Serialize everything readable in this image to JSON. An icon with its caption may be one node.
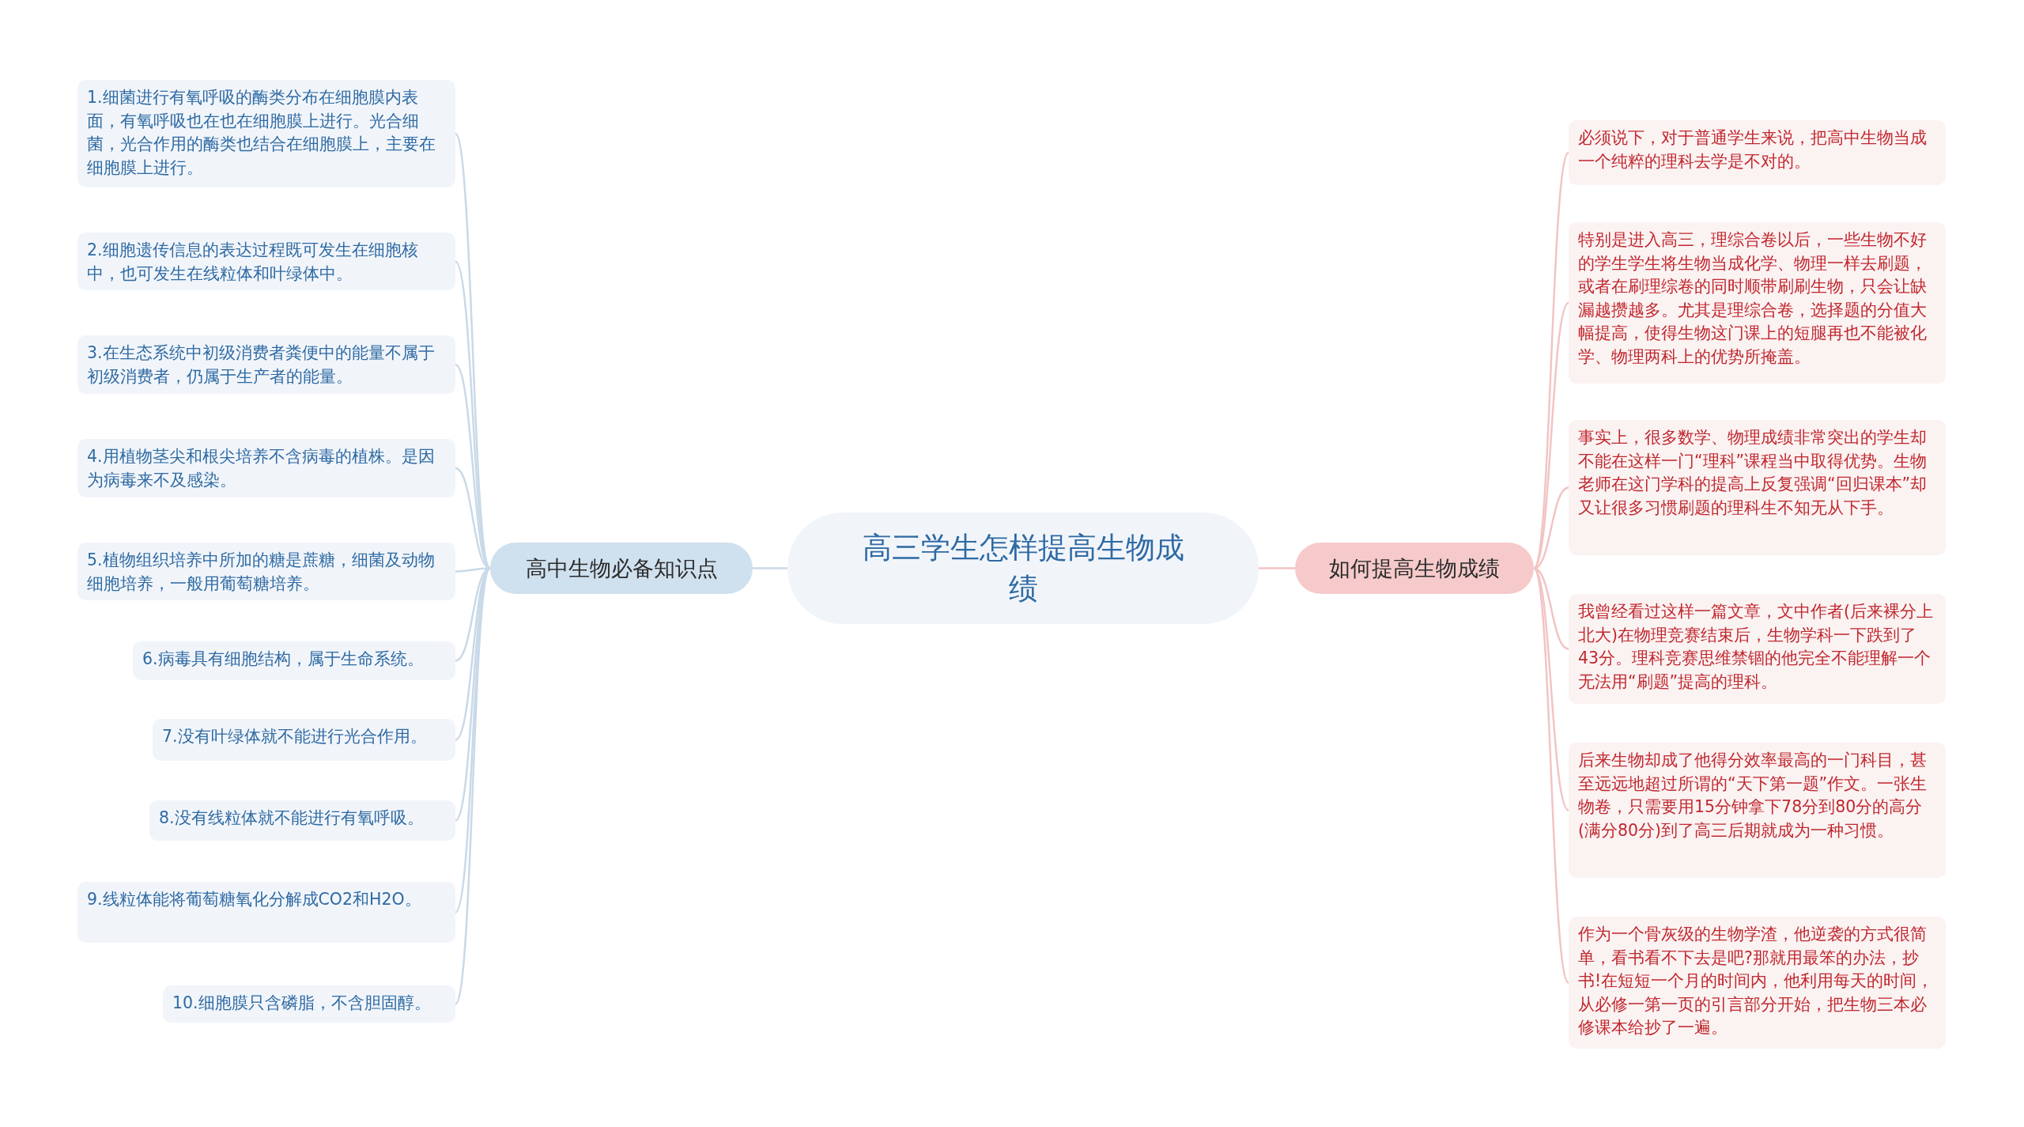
{
  "diagram": {
    "nodes": [
      {
        "text": [
          "高三学生怎样提高生物成绩"
        ]
      },
      {
        "text": [
          "高中生物必备知识点"
        ]
      },
      {
        "text": [
          "1.细菌进行有氧呼吸的酶类分布在细胞膜内表面，有氧呼吸也在也在细胞膜上进行。光合细菌，光合作用的酶类也结合在细胞膜上，主要在细胞膜上进行。"
        ]
      },
      {
        "text": [
          "2.细胞遗传信息的表达过程既可发生在细胞核中，也可发生在线粒体和叶绿体中。"
        ]
      },
      {
        "text": [
          "3.在生态系统中初级消费者粪便中的能量不属于初级消费者，仍属于生产者的能量。"
        ]
      },
      {
        "text": [
          "4.用植物茎尖和根尖培养不含病毒的植株。是因为病毒来不及感染。"
        ]
      },
      {
        "text": [
          "5.植物组织培养中所加的糖是蔗糖，细菌及动物细胞培养，一般用葡萄糖培养。"
        ]
      },
      {
        "text": [
          "6.病毒具有细胞结构，属于生命系统。"
        ]
      },
      {
        "text": [
          "7.没有叶绿体就不能进行光合作用。"
        ]
      },
      {
        "text": [
          "8.没有线粒体就不能进行有氧呼吸。"
        ]
      },
      {
        "text": [
          "9.线粒体能将葡萄糖氧化分解成CO2和H2O。"
        ]
      },
      {
        "text": [
          "10.细胞膜只含磷脂，不含胆固醇。"
        ]
      },
      {
        "text": [
          "如何提高生物成绩"
        ]
      },
      {
        "text": [
          "必须说下，对于普通学生来说，把高中生物当成一个纯粹的理科去学是不对的。"
        ]
      },
      {
        "text": [
          "特别是进入高三，理综合卷以后，一些生物不好的学生学生将生物当成化学、物理一样去刷题，或者在刷理综卷的同时顺带刷刷生物，只会让缺漏越攒越多。尤其是理综合卷，选择题的分值大幅提高，使得生物这门课上的短腿再也不能被化学、物理两科上的优势所掩盖。"
        ]
      },
      {
        "text": [
          "事实上，很多数学、物理成绩非常突出的学生却不能在这样一门“理科”课程当中取得优势。生物老师在这门学科的提高上反复强调“回归课本”却又让很多习惯刷题的理科生不知无从下手。"
        ]
      },
      {
        "text": [
          "我曾经看过这样一篇文章，文中作者(后来裸分上北大)在物理竞赛结束后，生物学科一下跌到了43分。理科竞赛思维禁锢的他完全不能理解一个无法用“刷题”提高的理科。"
        ]
      },
      {
        "text": [
          "后来生物却成了他得分效率最高的一门科目，甚至远远地超过所谓的“天下第一题”作文。一张生物卷，只需要用15分钟拿下78分到80分的高分(满分80分)到了高三后期就成为一种习惯。"
        ]
      },
      {
        "text": [
          "作为一个骨灰级的生物学渣，他逆袭的方式很简单，看书看不下去是吧?那就用最笨的办法，抄书!在短短一个月的时间内，他利用每天的时间，从必修一第一页的引言部分开始，把生物三本必修课本给抄了一遍。"
        ]
      }
    ],
    "edges": [
      {
        "from": 0,
        "to": 1,
        "arrow": "none"
      },
      {
        "from": 0,
        "to": 12,
        "arrow": "none"
      },
      {
        "from": 1,
        "to": 2,
        "arrow": "none"
      },
      {
        "from": 1,
        "to": 3,
        "arrow": "none"
      },
      {
        "from": 1,
        "to": 4,
        "arrow": "none"
      },
      {
        "from": 1,
        "to": 5,
        "arrow": "none"
      },
      {
        "from": 1,
        "to": 6,
        "arrow": "none"
      },
      {
        "from": 1,
        "to": 7,
        "arrow": "none"
      },
      {
        "from": 1,
        "to": 8,
        "arrow": "none"
      },
      {
        "from": 1,
        "to": 9,
        "arrow": "none"
      },
      {
        "from": 1,
        "to": 10,
        "arrow": "none"
      },
      {
        "from": 1,
        "to": 11,
        "arrow": "none"
      },
      {
        "from": 12,
        "to": 13,
        "arrow": "none"
      },
      {
        "from": 12,
        "to": 14,
        "arrow": "none"
      },
      {
        "from": 12,
        "to": 15,
        "arrow": "none"
      },
      {
        "from": 12,
        "to": 16,
        "arrow": "none"
      },
      {
        "from": 12,
        "to": 17,
        "arrow": "none"
      },
      {
        "from": 12,
        "to": 18,
        "arrow": "none"
      }
    ]
  }
}
